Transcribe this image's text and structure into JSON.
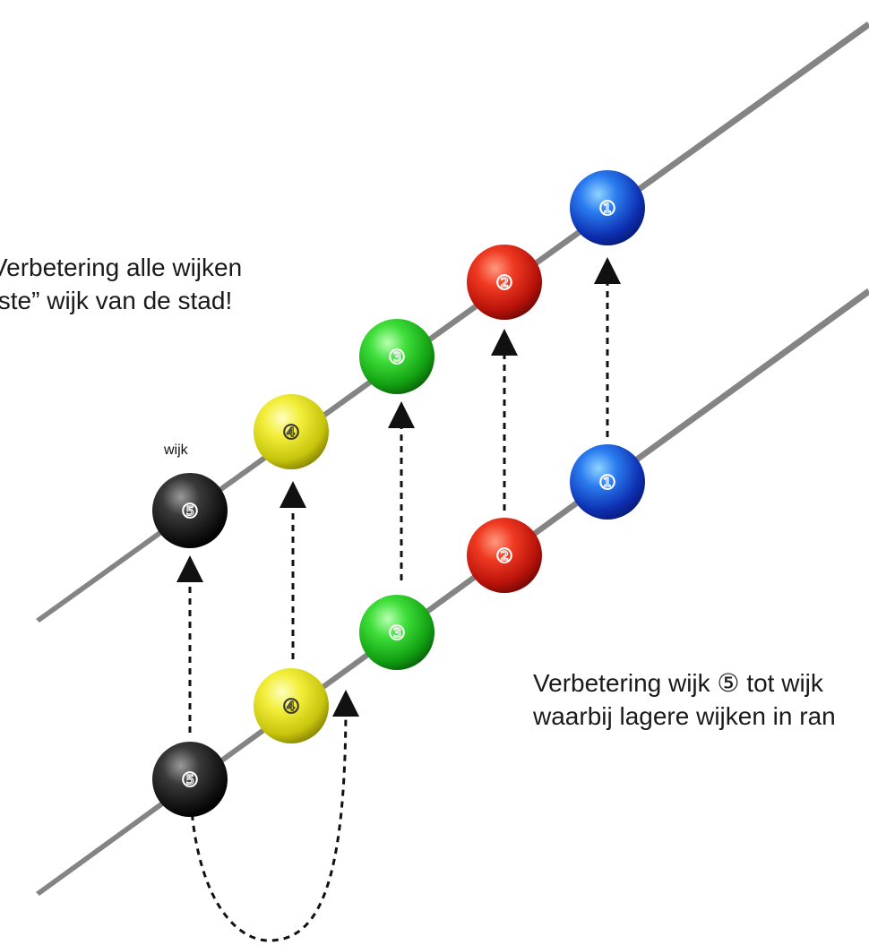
{
  "captions": {
    "top_line1": "Verbetering alle wijken",
    "top_line2": "tste” wijk van de stad!",
    "bottom_line1": "Verbetering wijk ⑤ tot wijk",
    "bottom_line2": "waarbij lagere wijken in ran"
  },
  "wijk_label": "wijk",
  "rows": {
    "top": [
      {
        "number": "1",
        "color": "blue"
      },
      {
        "number": "2",
        "color": "red"
      },
      {
        "number": "3",
        "color": "green"
      },
      {
        "number": "4",
        "color": "yellow"
      },
      {
        "number": "5",
        "color": "black"
      }
    ],
    "bottom": [
      {
        "number": "1",
        "color": "blue"
      },
      {
        "number": "2",
        "color": "red"
      },
      {
        "number": "3",
        "color": "green"
      },
      {
        "number": "4",
        "color": "yellow"
      },
      {
        "number": "5",
        "color": "black"
      }
    ]
  },
  "colors": {
    "blue": "#1546d8",
    "red": "#d81a10",
    "green": "#19c219",
    "yellow": "#e8e41a",
    "black": "#1a1a1a",
    "rod": "#8a8a8a",
    "arrow": "#111111"
  }
}
